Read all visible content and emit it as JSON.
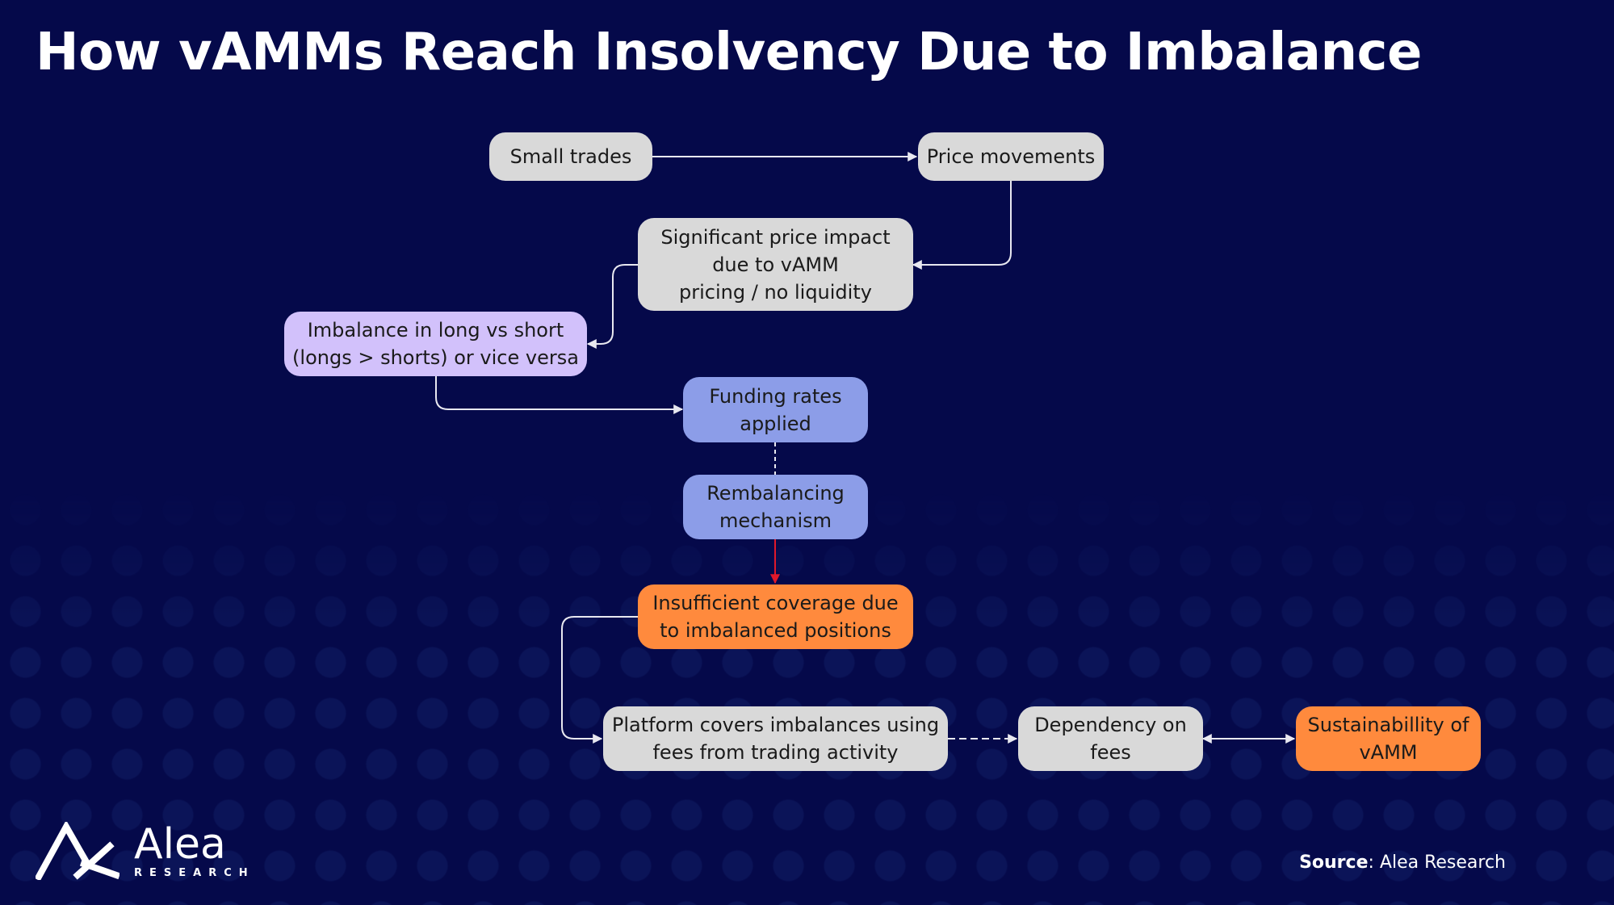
{
  "title": "How vAMMs Reach Insolvency Due to Imbalance",
  "nodes": {
    "small_trades": "Small trades",
    "price_movements": "Price movements",
    "price_impact": "Significant price impact\ndue to vAMM\npricing / no liquidity",
    "imbalance": "Imbalance in long vs short\n(longs > shorts) or vice versa",
    "funding_rates": "Funding rates\napplied",
    "rebalancing": "Rembalancing\nmechanism",
    "insufficient_coverage": "Insufficient coverage due\nto imbalanced positions",
    "platform_covers": "Platform covers imbalances using\nfees from trading activity",
    "dependency_fees": "Dependency on\nfees",
    "sustainability": "Sustainabillity of\nvAMM"
  },
  "colors": {
    "background": "#05094a",
    "gray": "#d9d9d9",
    "lavender": "#d2c1fb",
    "blue": "#8c9de8",
    "orange": "#ff8a3d",
    "connector": "#e8e8f0",
    "red_connector": "#e0182a"
  },
  "logo": {
    "name": "Alea",
    "subtitle": "RESEARCH"
  },
  "source": {
    "label": "Source",
    "value": ": Alea Research"
  }
}
